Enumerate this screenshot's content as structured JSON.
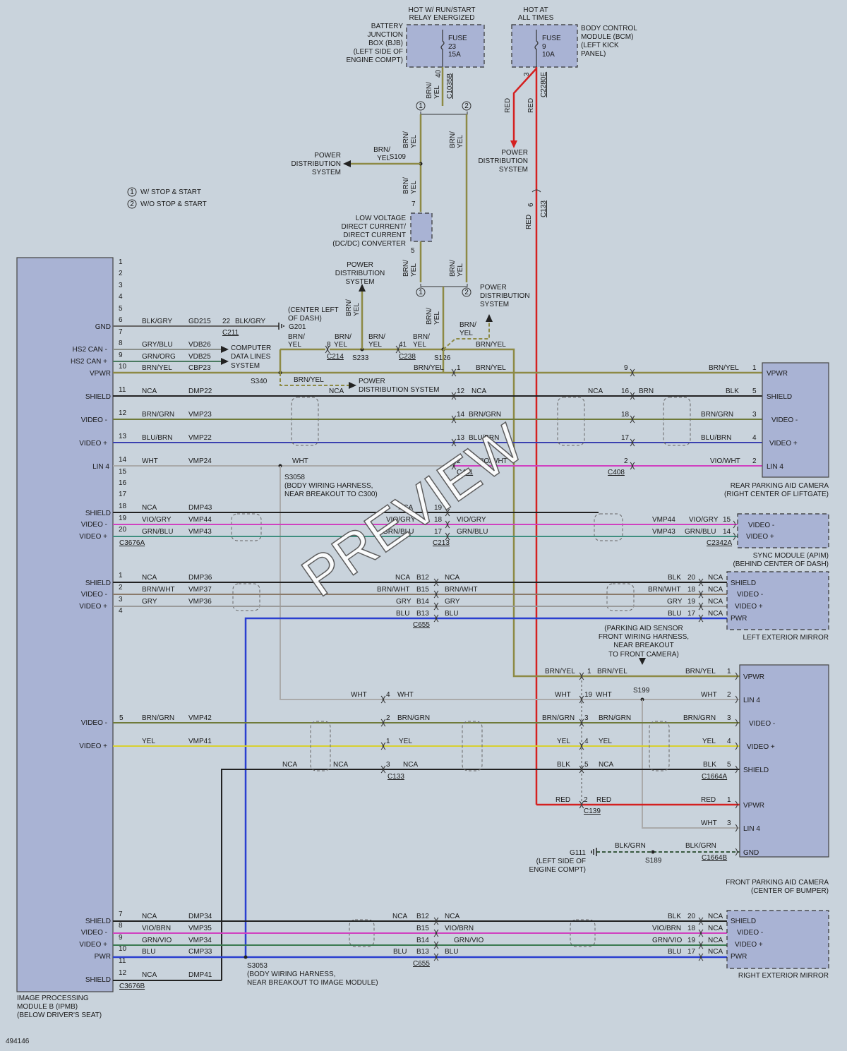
{
  "meta": {
    "id": "494146",
    "watermark": "PREVIEW"
  },
  "legend": {
    "item1": "W/ STOP & START",
    "item2": "W/O STOP & START",
    "n1": "1",
    "n2": "2"
  },
  "colors": {
    "bg": "#c9d3dc",
    "module": "#a9b3d4",
    "brnyel": "#8d8a45",
    "red": "#d42020",
    "blue": "#2a3fd0",
    "magenta": "#d040c0",
    "teal": "#3f8f80",
    "black": "#222222",
    "grey": "#9a9a9a",
    "brngrn": "#6f7a3a",
    "yellow": "#d8d030",
    "brnwht": "#8a7a6a",
    "blkgrn": "#3a5a40"
  },
  "top": {
    "bjb_header": [
      "HOT W/ RUN/START",
      "RELAY ENERGIZED"
    ],
    "bjb_label": [
      "BATTERY",
      "JUNCTION",
      "BOX (BJB)",
      "(LEFT SIDE OF",
      "ENGINE COMPT)"
    ],
    "bjb_fuse": [
      "FUSE",
      "23",
      "15A"
    ],
    "bcm_header": [
      "HOT AT",
      "ALL TIMES"
    ],
    "bcm_label": [
      "BODY CONTROL",
      "MODULE (BCM)",
      "(LEFT KICK",
      "PANEL)"
    ],
    "bcm_fuse": [
      "FUSE",
      "9",
      "10A"
    ],
    "pin40": "40",
    "c1035b": "C1035B",
    "brn": "BRN/",
    "yel": "YEL",
    "pin3": "3",
    "c2280e": "C2280E",
    "red": "RED",
    "pds": [
      "POWER",
      "DISTRIBUTION",
      "SYSTEM"
    ],
    "s109": "S109",
    "pin7": "7",
    "pin5": "5",
    "dcdc": [
      "LOW VOLTAGE",
      "DIRECT CURRENT/",
      "DIRECT CURRENT",
      "(DC/DC) CONVERTER"
    ],
    "pin6": "6",
    "c133": "C133",
    "center_left": [
      "(CENTER LEFT",
      "OF DASH)"
    ]
  },
  "ipmb": {
    "label": [
      "IMAGE PROCESSING",
      "MODULE B (IPMB)",
      "(BELOW DRIVER'S SEAT)"
    ],
    "pins": [
      "1",
      "2",
      "3",
      "4",
      "5",
      "6",
      "7",
      "8",
      "9",
      "10",
      "11",
      "12",
      "13",
      "14",
      "15",
      "16",
      "17",
      "18",
      "19",
      "20"
    ],
    "left_names": {
      "gnd": "GND",
      "hs2m": "HS2 CAN -",
      "hs2p": "HS2 CAN +",
      "vpwr": "VPWR",
      "shield": "SHIELD",
      "videom": "VIDEO -",
      "videop": "VIDEO +",
      "lin4": "LIN 4",
      "pwr": "PWR"
    },
    "c3676a": "C3676A",
    "c3676b": "C3676B"
  },
  "wires": {
    "blkgry": "BLK/GRY",
    "gd215": "GD215",
    "pin22": "22",
    "c211": "C211",
    "g201": "G201",
    "gryblu": "GRY/BLU",
    "vdb26": "VDB26",
    "grnorg": "GRN/ORG",
    "vdb25": "VDB25",
    "cdl": [
      "COMPUTER",
      "DATA LINES",
      "SYSTEM"
    ],
    "brnyel": "BRN/YEL",
    "cbp23": "CBP23",
    "s340": "S340",
    "p8": "8",
    "yel": "YEL",
    "c214": "C214",
    "s233": "S233",
    "p41": "41",
    "c238": "C238",
    "s126": "S126",
    "nca": "NCA",
    "dmp22": "DMP22",
    "brngrn": "BRN/GRN",
    "vmp23": "VMP23",
    "blubrn": "BLU/BRN",
    "vmp22": "VMP22",
    "wht": "WHT",
    "vmp24": "VMP24",
    "pds_inline": [
      "POWER",
      "DISTRIBUTION SYSTEM"
    ],
    "c_p1": "1",
    "c_p12": "12",
    "c_p14": "14",
    "c_p13": "13",
    "c_p2": "2",
    "viowht": "VIO/WHT",
    "c411": "C411",
    "s3058": [
      "S3058",
      "(BODY WIRING HARNESS,",
      "NEAR BREAKOUT TO C300)"
    ],
    "dmp43": "DMP43",
    "viogry": "VIO/GRY",
    "vmp44": "VMP44",
    "grnblu": "GRN/BLU",
    "vmp43": "VMP43",
    "p19": "19",
    "p18": "18",
    "p17": "17",
    "c213": "C213",
    "dmp36": "DMP36",
    "brnwht": "BRN/WHT",
    "vmp37": "VMP37",
    "gry": "GRY",
    "vmp36": "VMP36",
    "b12": "B12",
    "b15": "B15",
    "b14": "B14",
    "b13": "B13",
    "blu": "BLU",
    "c655": "C655",
    "vmp42": "VMP42",
    "vmp41": "VMP41",
    "c133b": "C133",
    "dmp34": "DMP34",
    "viobrn": "VIO/BRN",
    "vmp35": "VMP35",
    "grnvio": "GRN/VIO",
    "vmp34": "VMP34",
    "cmp33": "CMP33",
    "dmp41": "DMP41",
    "s3053": [
      "S3053",
      "(BODY WIRING HARNESS,",
      "NEAR BREAKOUT TO IMAGE MODULE)"
    ],
    "brn": "BRN",
    "blk": "BLK",
    "c408": "C408",
    "p9": "9",
    "p16": "16",
    "p15": "15"
  },
  "rear_cam": {
    "label": [
      "REAR PARKING AID CAMERA",
      "(RIGHT CENTER OF LIFTGATE)"
    ],
    "pins": [
      "VPWR",
      "SHIELD",
      "VIDEO -",
      "VIDEO +",
      "LIN 4"
    ]
  },
  "sync": {
    "label": [
      "SYNC MODULE (APIM)",
      "(BEHIND CENTER OF DASH)"
    ],
    "pins": [
      "VIDEO -",
      "VIDEO +"
    ],
    "c2342a": "C2342A",
    "p14": "14"
  },
  "left_mirror": {
    "label": "LEFT EXTERIOR MIRROR",
    "pins": [
      "SHIELD",
      "VIDEO -",
      "VIDEO +",
      "PWR"
    ],
    "numbers": [
      "20",
      "18",
      "19",
      "17"
    ]
  },
  "front_cam": {
    "label": [
      "FRONT PARKING AID CAMERA",
      "(CENTER OF BUMPER)"
    ],
    "pins": [
      "VPWR",
      "LIN 4",
      "VIDEO -",
      "VIDEO +",
      "SHIELD",
      "VPWR",
      "LIN 4",
      "GND"
    ],
    "c1664a": "C1664A",
    "c1664b": "C1664B",
    "s199_note": [
      "(PARKING AID SENSOR",
      "FRONT WIRING HARNESS,",
      "NEAR BREAKOUT",
      "TO FRONT CAMERA)"
    ],
    "s199": "S199",
    "s189": "S189",
    "c139": "C139",
    "g111": [
      "G111",
      "(LEFT SIDE OF",
      "ENGINE COMPT)"
    ],
    "blkgrn": "BLK/GRN",
    "p1": "1",
    "p2": "2",
    "p3": "3",
    "p4": "4",
    "p5": "5",
    "p19": "19"
  },
  "right_mirror": {
    "label": "RIGHT EXTERIOR MIRROR",
    "pins": [
      "SHIELD",
      "VIDEO -",
      "VIDEO +",
      "PWR"
    ]
  }
}
